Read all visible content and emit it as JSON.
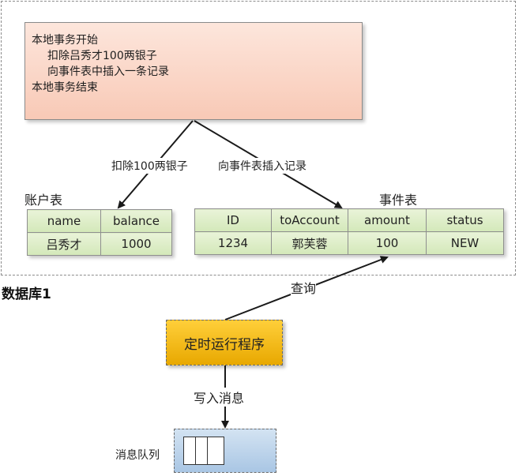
{
  "database_label": "数据库1",
  "transaction": {
    "lines": [
      "本地事务开始",
      "扣除吕秀才100两银子",
      "向事件表中插入一条记录",
      "本地事务结束"
    ]
  },
  "account_table": {
    "title": "账户表",
    "headers": [
      "name",
      "balance"
    ],
    "row": [
      "吕秀才",
      "1000"
    ]
  },
  "event_table": {
    "title": "事件表",
    "headers": [
      "ID",
      "toAccount",
      "amount",
      "status"
    ],
    "row": [
      "1234",
      "郭芙蓉",
      "100",
      "NEW"
    ]
  },
  "arrows": {
    "deduct_label": "扣除100两银子",
    "insert_label": "向事件表插入记录",
    "query_label": "查询",
    "write_label": "写入消息"
  },
  "scheduler": {
    "label": "定时运行程序"
  },
  "message_queue": {
    "label": "消息队列"
  },
  "colors": {
    "transaction_fill": "#f8c9b6",
    "table_fill": "#d3e8b9",
    "scheduler_fill": "#f5b800",
    "queue_fill": "#b8d0ea"
  }
}
